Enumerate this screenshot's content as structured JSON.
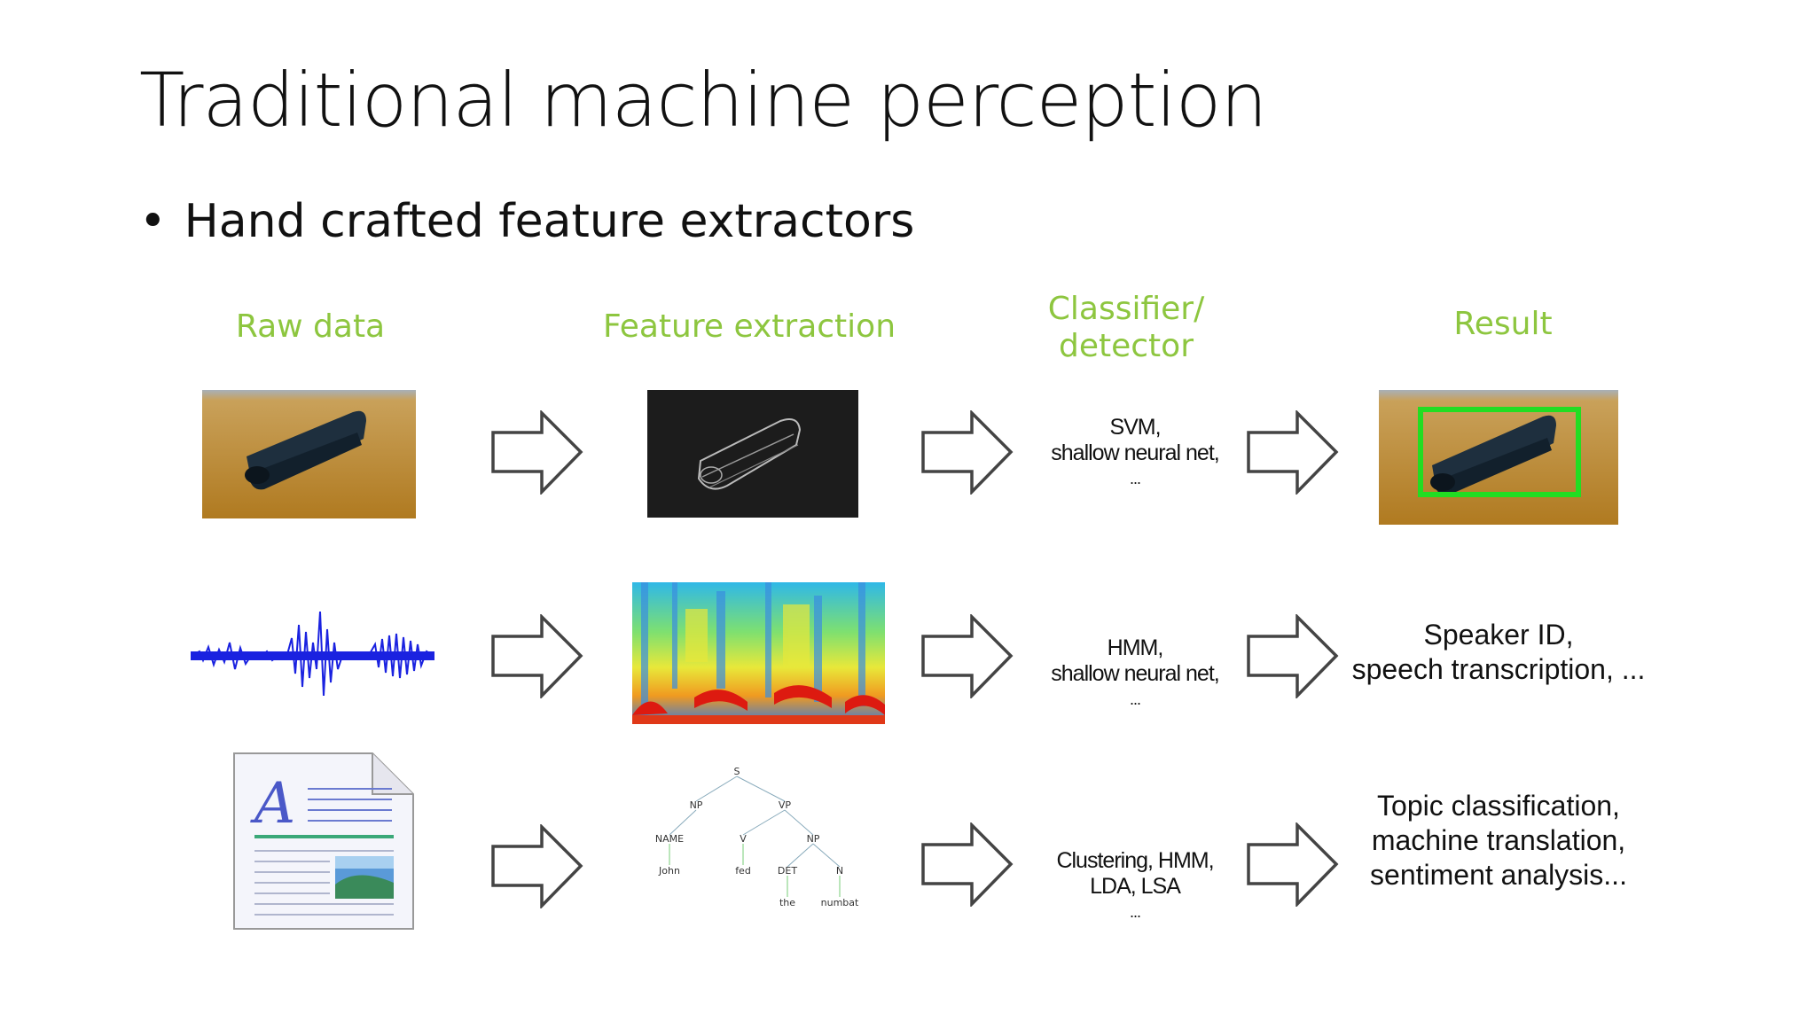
{
  "slide": {
    "title": "Traditional machine perception",
    "bullet": "Hand crafted feature extractors"
  },
  "columns": {
    "raw": "Raw data",
    "feature": "Feature extraction",
    "classifier_line1": "Classifier/",
    "classifier_line2": "detector",
    "result": "Result"
  },
  "rows": {
    "vision": {
      "classifier": [
        "SVM,",
        "shallow neural net,",
        "..."
      ]
    },
    "audio": {
      "classifier": [
        "HMM,",
        "shallow neural net,",
        "..."
      ],
      "result": [
        "Speaker ID,",
        "speech transcription, ..."
      ]
    },
    "text": {
      "parse_tree": {
        "root": "S",
        "np": "NP",
        "vp": "VP",
        "name": "NAME",
        "v": "V",
        "np2": "NP",
        "john": "John",
        "fed": "fed",
        "det": "DET",
        "n": "N",
        "the": "the",
        "numbat": "numbat"
      },
      "classifier": [
        "Clustering, HMM,",
        "LDA, LSA",
        "..."
      ],
      "result": [
        "Topic classification,",
        "machine translation,",
        "sentiment analysis..."
      ]
    }
  },
  "colors": {
    "header_green": "#8dc63f",
    "detection_box": "#22dd22"
  }
}
